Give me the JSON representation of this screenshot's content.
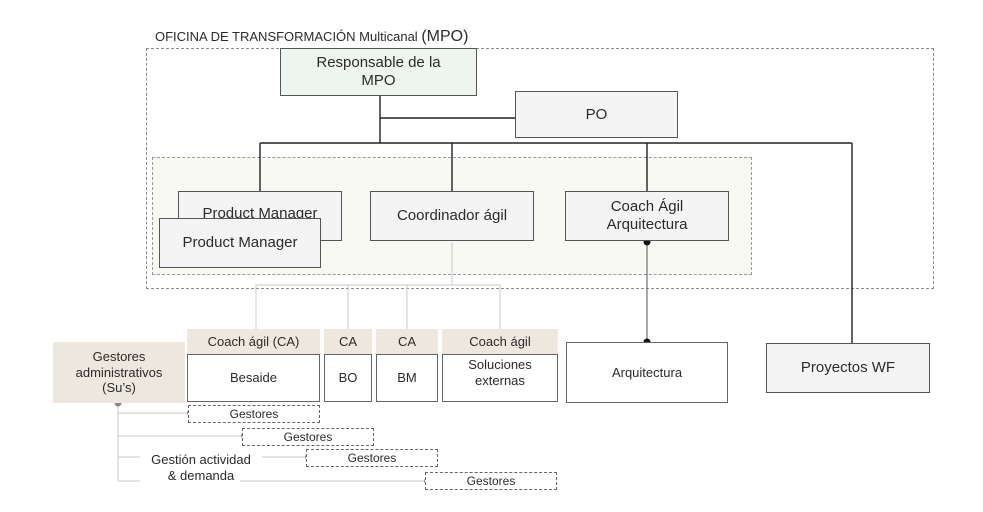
{
  "title": {
    "main": "OFICINA DE TRANSFORMACIÓN Multicanal",
    "acronym": "(MPO)"
  },
  "nodes": {
    "responsable": "Responsable de la\nMPO",
    "po": "PO",
    "pm_back": "Product Manager",
    "pm_front": "Product Manager",
    "coordinador": "Coordinador ágil",
    "coach_arq": "Coach Ágil\nArquitectura",
    "proyectos": "Proyectos WF",
    "arquitectura": "Arquitectura",
    "gestores_admin": "Gestores\nadministrativos\n(Su’s)"
  },
  "teams": [
    {
      "header": "Coach ágil (CA)",
      "body": "Besaide"
    },
    {
      "header": "CA",
      "body": "BO"
    },
    {
      "header": "CA",
      "body": "BM"
    },
    {
      "header": "Coach ágil",
      "body": "Soluciones\nexternas"
    }
  ],
  "gestores": [
    "Gestores",
    "Gestores",
    "Gestores",
    "Gestores"
  ],
  "gestion_label": "Gestión actividad\n& demanda",
  "colors": {
    "box_fill": "#f4f4f4",
    "root_fill": "#eef4ee",
    "header_fill": "#ede7dd",
    "dashed": "#8a8a8a",
    "connector": "#222222"
  }
}
